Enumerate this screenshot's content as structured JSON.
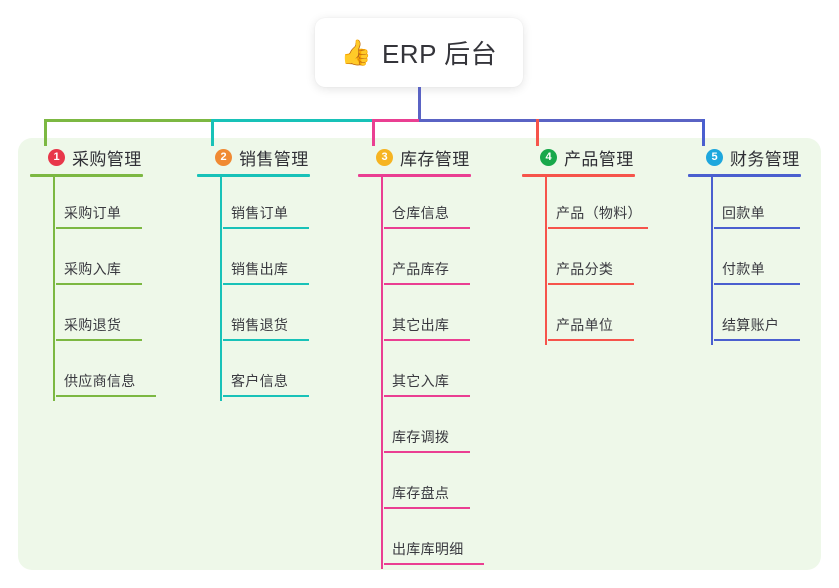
{
  "diagram": {
    "type": "mindmap",
    "background_color": "#ffffff",
    "panel_color": "#eef8e9",
    "root": {
      "icon": "thumbs-up-icon",
      "emoji": "👍",
      "title": "ERP 后台"
    },
    "trunk_color": "#5a63c4",
    "branches": [
      {
        "index": "1",
        "badge_glyph": "❶",
        "badge_color": "#e8374a",
        "line_color": "#7cb842",
        "title": "采购管理",
        "items": [
          "采购订单",
          "采购入库",
          "采购退货",
          "供应商信息"
        ]
      },
      {
        "index": "2",
        "badge_glyph": "❷",
        "badge_color": "#f08a33",
        "line_color": "#18c2b8",
        "title": "销售管理",
        "items": [
          "销售订单",
          "销售出库",
          "销售退货",
          "客户信息"
        ]
      },
      {
        "index": "3",
        "badge_glyph": "❸",
        "badge_color": "#f6b421",
        "line_color": "#ea3f92",
        "title": "库存管理",
        "items": [
          "仓库信息",
          "产品库存",
          "其它出库",
          "其它入库",
          "库存调拨",
          "库存盘点",
          "出库库明细"
        ]
      },
      {
        "index": "4",
        "badge_glyph": "❹",
        "badge_color": "#18a84b",
        "line_color": "#f6544b",
        "title": "产品管理",
        "items": [
          "产品（物料）",
          "产品分类",
          "产品单位"
        ]
      },
      {
        "index": "5",
        "badge_glyph": "❺",
        "badge_color": "#1ea7dd",
        "line_color": "#4a5fcf",
        "title": "财务管理",
        "items": [
          "回款单",
          "付款单",
          "结算账户"
        ]
      }
    ]
  }
}
